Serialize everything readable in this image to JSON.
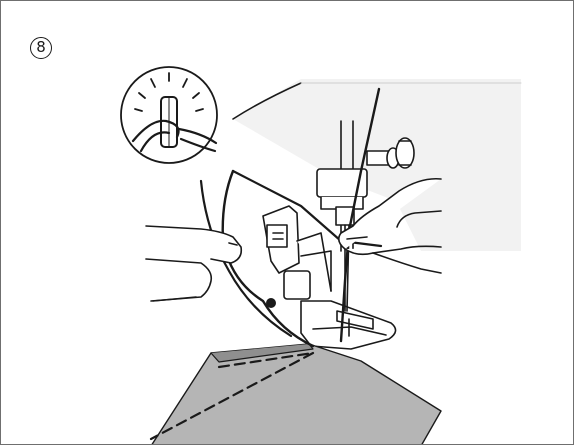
{
  "step": {
    "number": "8"
  },
  "colors": {
    "line": "#1a1a1a",
    "fabric": "#b5b5b5",
    "fabric_fold": "#8f8f8f",
    "machine_panel": "#f2f2f2",
    "background": "#ffffff",
    "frame": "#6f6f6f"
  },
  "icons": {
    "inset_detail": "thread-guide-slot-detail",
    "step_marker": "circled-number"
  }
}
